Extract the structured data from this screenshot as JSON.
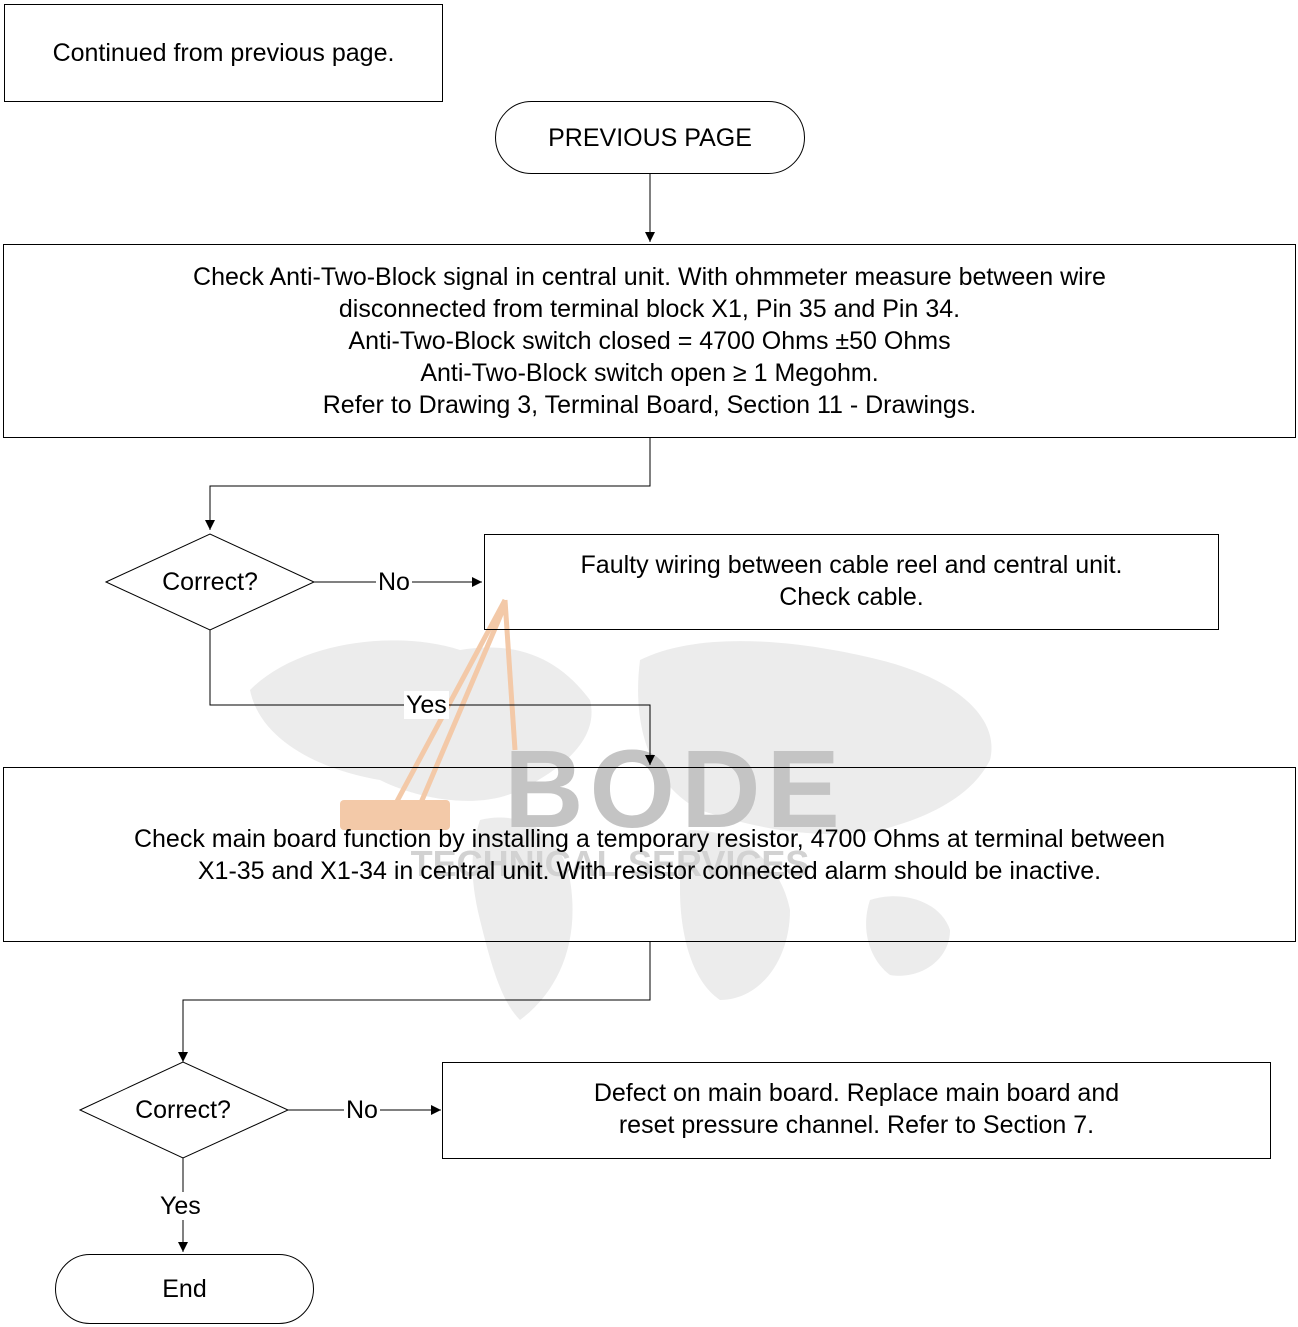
{
  "watermark": {
    "logo_text": "BODE",
    "tagline": "TECHNICAL SERVICES"
  },
  "note": {
    "text": "Continued from previous page."
  },
  "start": {
    "label": "PREVIOUS PAGE"
  },
  "step1": {
    "lines": [
      "Check Anti-Two-Block signal in central unit. With ohmmeter measure between wire",
      "disconnected from terminal block X1, Pin 35 and Pin 34.",
      "Anti-Two-Block switch closed = 4700  Ohms ±50 Ohms",
      "Anti-Two-Block switch open ≥  1 Megohm.",
      "Refer to Drawing 3, Terminal Board, Section 11 - Drawings."
    ]
  },
  "decision1": {
    "label": "Correct?",
    "no_label": "No",
    "yes_label": "Yes"
  },
  "fault1": {
    "lines": [
      "Faulty wiring between cable reel and central unit.",
      "Check cable."
    ]
  },
  "step2": {
    "lines": [
      "Check main board function by installing a temporary resistor, 4700 Ohms at terminal between",
      "X1-35 and X1-34 in central unit. With resistor connected alarm should be inactive."
    ]
  },
  "decision2": {
    "label": "Correct?",
    "no_label": "No",
    "yes_label": "Yes"
  },
  "fault2": {
    "lines": [
      "Defect on main board.  Replace main board and",
      "reset pressure channel.  Refer to Section 7."
    ]
  },
  "end": {
    "label": "End"
  }
}
